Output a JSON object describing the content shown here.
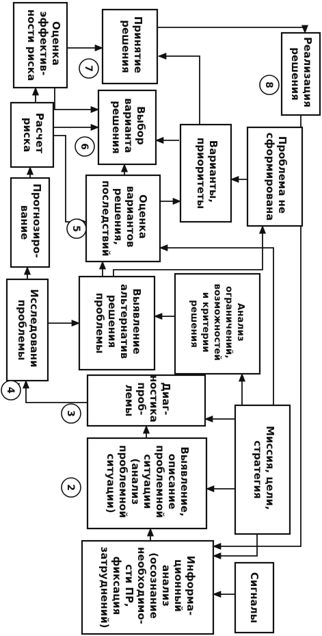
{
  "boxes": {
    "risk_effectiveness": [
      "Оценка",
      "эффектив-",
      "ности риска"
    ],
    "decision_making": [
      "Принятие",
      "решения"
    ],
    "implementation": [
      "Реализация",
      "решения"
    ],
    "risk_calc": [
      "Расчет",
      "риска"
    ],
    "choose_variant": [
      "Выбор",
      "варианта",
      "решения"
    ],
    "variants_priorities": [
      "Варианты,",
      "приоритеты"
    ],
    "problem_not_formed": [
      "Проблема не",
      "сформирована"
    ],
    "forecasting": [
      "Прогнозиро-",
      "вание"
    ],
    "evaluate_variants": [
      "Оценка",
      "вариантов",
      "решения,",
      "последствий"
    ],
    "research": [
      "Исследовани",
      "проблемы"
    ],
    "alternatives": [
      "Выявление",
      "альтернатив",
      "решения",
      "проблемы"
    ],
    "constraints": [
      "Анализ",
      "ограничений,",
      "возможностей",
      "и критерии",
      "решения"
    ],
    "diagnostics": [
      "Диаг-",
      "ностика",
      "проб-",
      "лемы"
    ],
    "identification": [
      "Выявление,",
      "описание",
      "проблемной",
      "ситуации",
      "(анализ",
      "проблемной",
      "ситуации)"
    ],
    "mission": [
      "Миссия, цели,",
      "стратегия"
    ],
    "info_analysis": [
      "Информа-",
      "ционный",
      "анализ",
      "(осознание",
      "необходимо-",
      "сти ПР,",
      "фиксация",
      "затруднений)"
    ],
    "signals": [
      "Сигналы"
    ]
  },
  "step_numbers": {
    "n2": "2",
    "n3": "3",
    "n4": "4",
    "n5": "5",
    "n6": "6",
    "n7": "7",
    "n8": "8"
  }
}
